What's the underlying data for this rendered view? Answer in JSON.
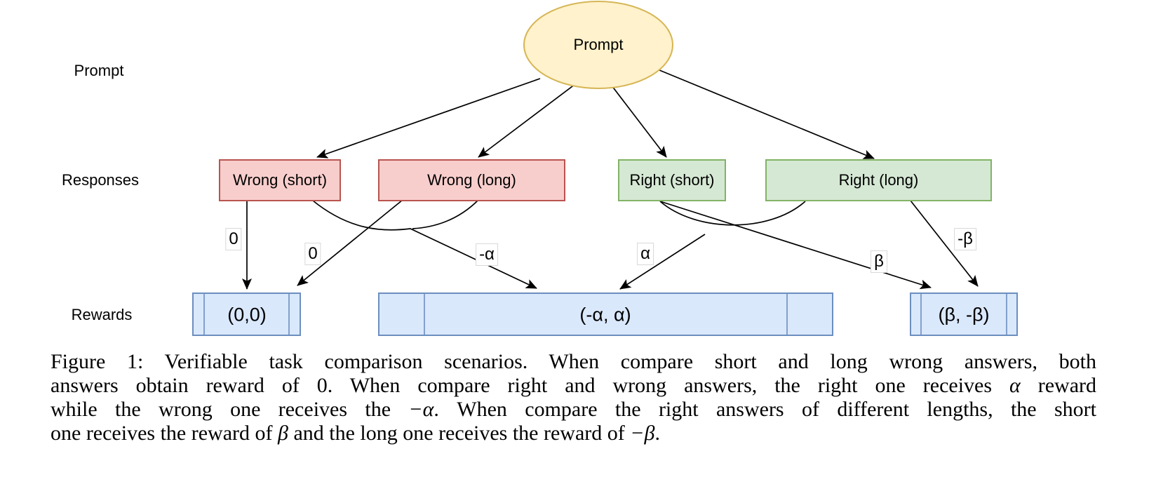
{
  "diagram": {
    "colors": {
      "prompt_fill": "#FFF2CC",
      "prompt_stroke": "#D6B656",
      "wrong_fill": "#F8CECC",
      "wrong_stroke": "#B85450",
      "right_fill": "#D5E8D4",
      "right_stroke": "#82B366",
      "reward_fill": "#DAE8FC",
      "reward_stroke": "#6C8EBF",
      "edge_color": "#000000"
    },
    "row_labels": {
      "prompt": "Prompt",
      "responses": "Responses",
      "rewards": "Rewards"
    },
    "prompt_node": {
      "label": "Prompt"
    },
    "responses": [
      {
        "label": "Wrong (short)"
      },
      {
        "label": "Wrong (long)"
      },
      {
        "label": "Right (short)"
      },
      {
        "label": "Right (long)"
      }
    ],
    "rewards": [
      {
        "label": "(0,0)"
      },
      {
        "label": "(-α, α)"
      },
      {
        "label": "(β, -β)"
      }
    ],
    "edge_labels": {
      "wrong_short_zero": "0",
      "wrong_long_zero": "0",
      "neg_alpha": "-α",
      "alpha": "α",
      "beta": "β",
      "neg_beta": "-β"
    }
  },
  "caption": {
    "lines": [
      [
        {
          "t": "Figure 1: Verifiable task comparison scenarios. When compare short and long wrong answers, both"
        }
      ],
      [
        {
          "t": "answers obtain reward of 0. When compare right and wrong answers, the right one receives "
        },
        {
          "t": "α",
          "m": true
        },
        {
          "t": " reward"
        }
      ],
      [
        {
          "t": "while the wrong one receives the "
        },
        {
          "t": "−α",
          "m": true
        },
        {
          "t": ". When compare the right answers of different lengths, the short"
        }
      ],
      [
        {
          "t": "one receives the reward of "
        },
        {
          "t": "β",
          "m": true
        },
        {
          "t": " and the long one receives the reward of "
        },
        {
          "t": "−β",
          "m": true
        },
        {
          "t": "."
        }
      ]
    ]
  }
}
